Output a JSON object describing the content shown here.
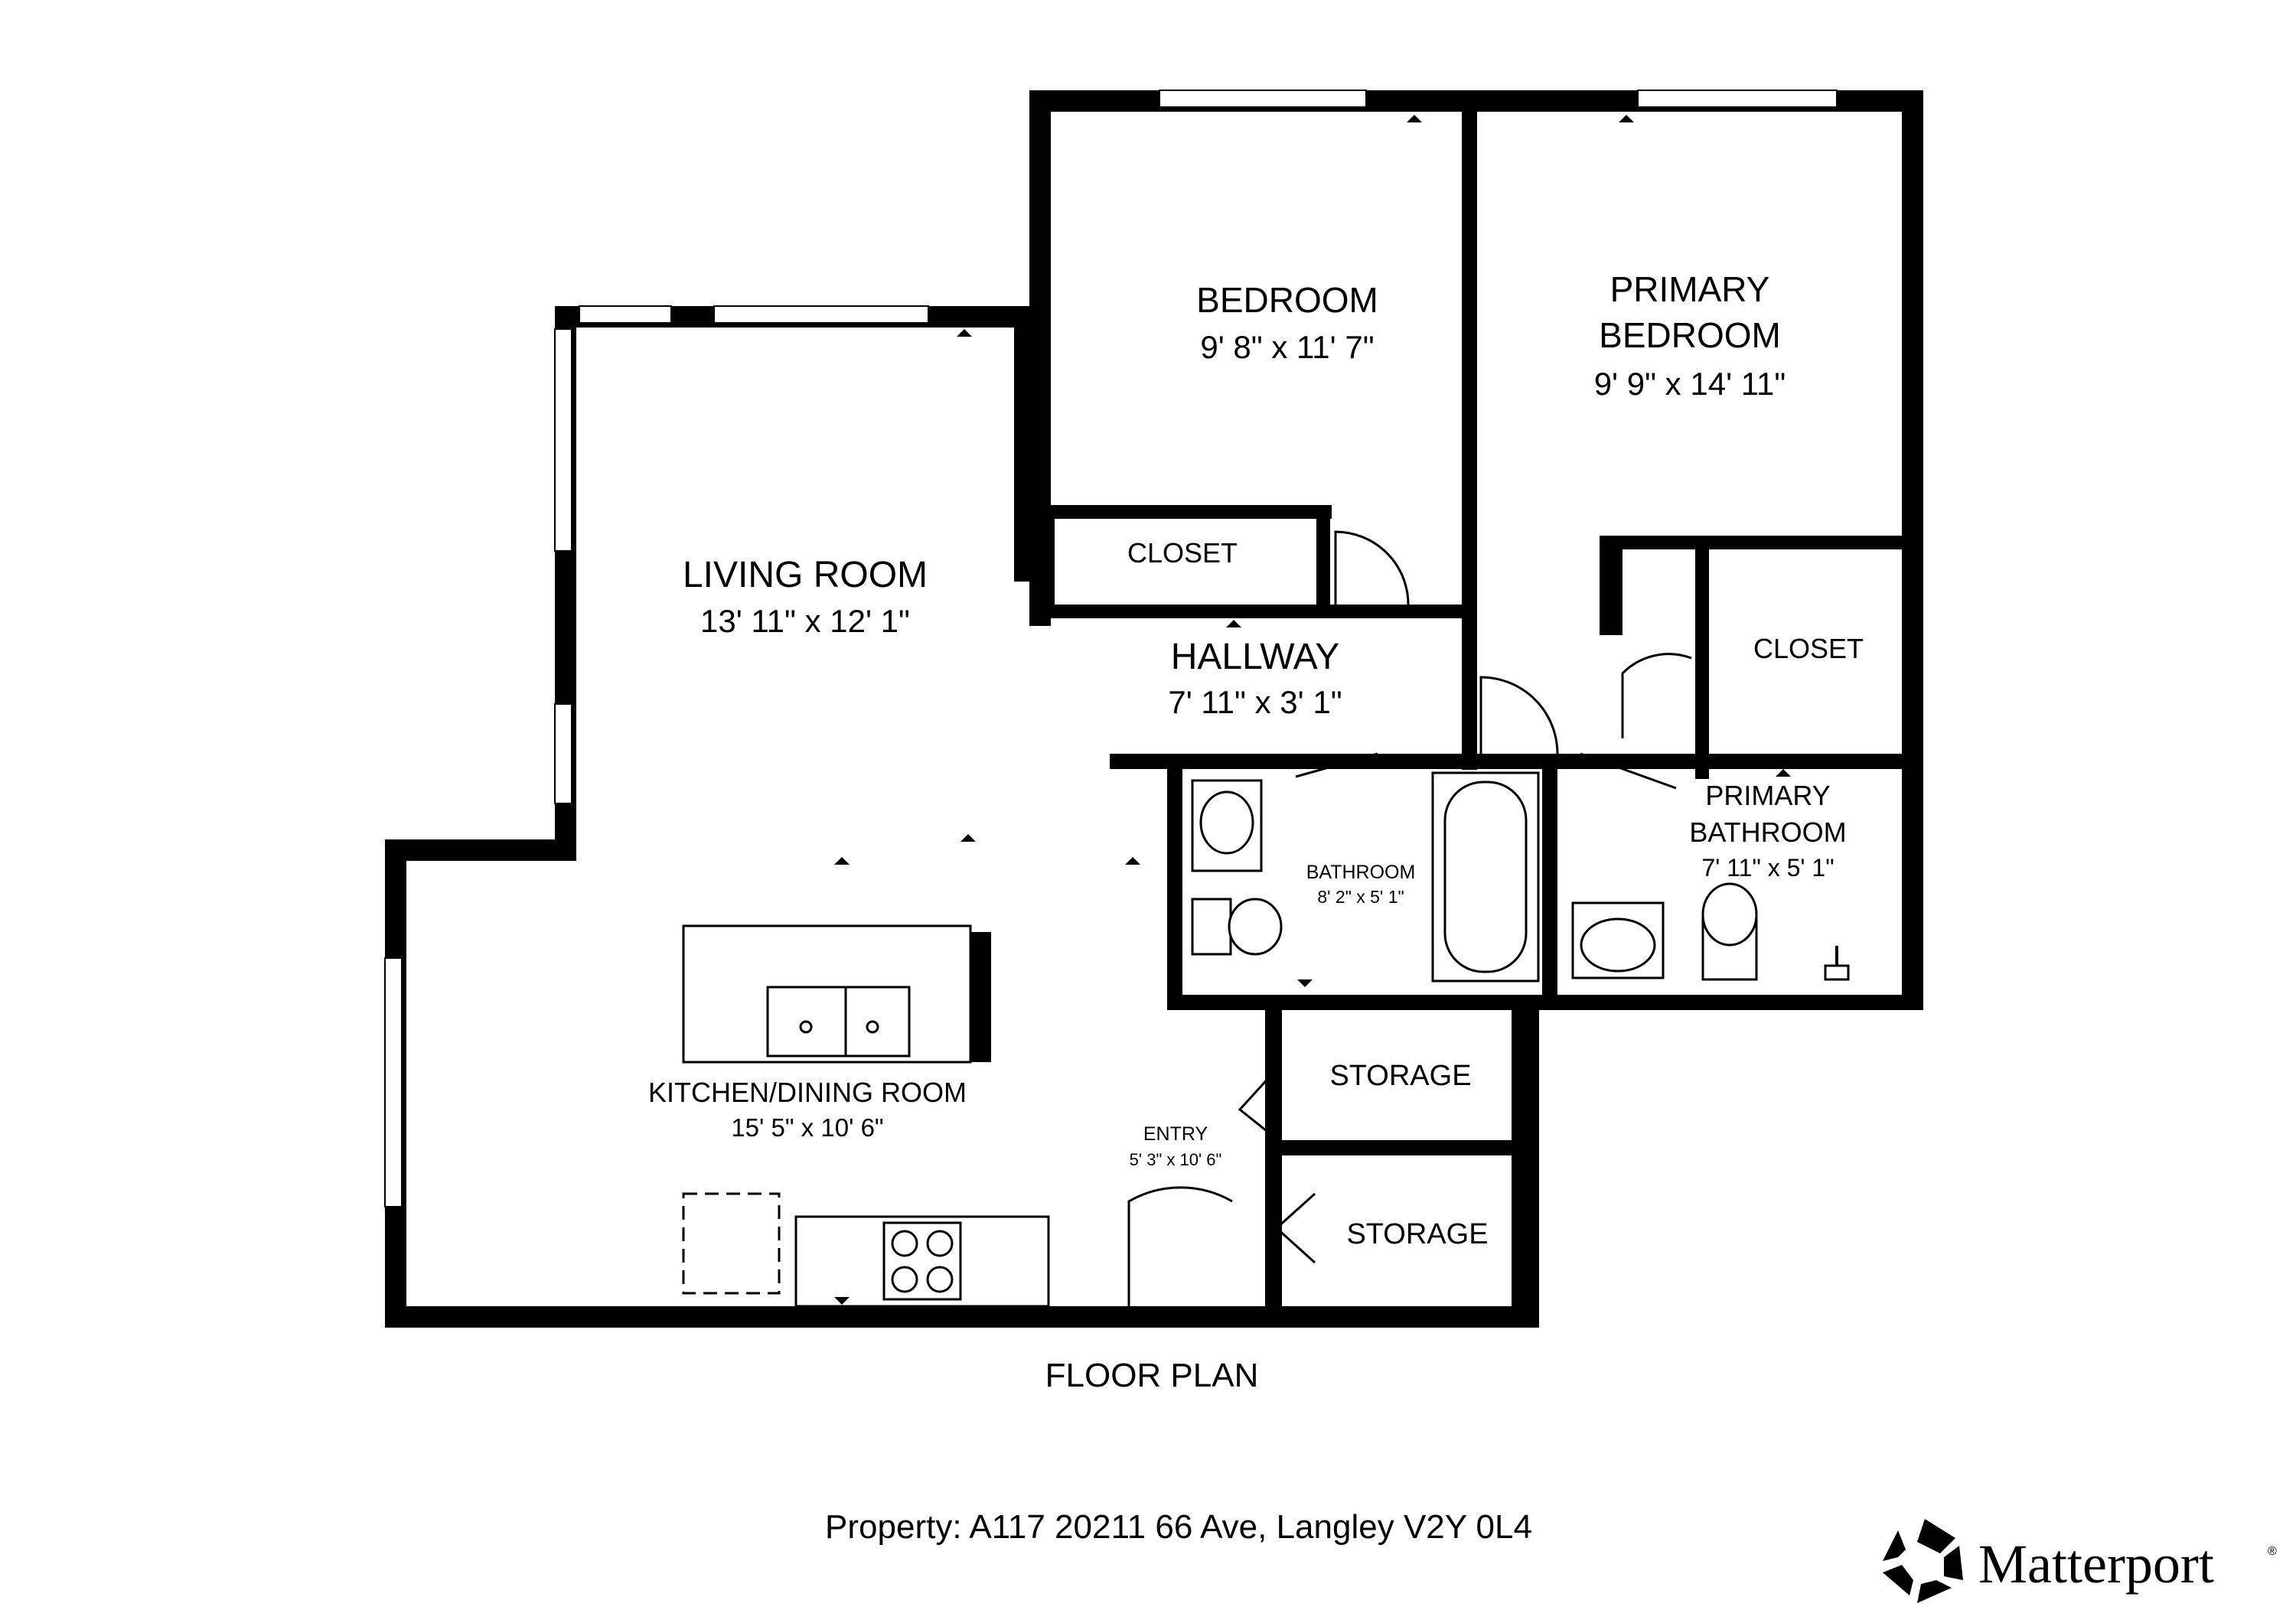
{
  "plan_title": "FLOOR PLAN",
  "property": "Property: A117 20211 66 Ave, Langley V2Y 0L4",
  "brand": {
    "name": "Matterport",
    "mark": "®",
    "icon": "matterport-logo-icon"
  },
  "rooms": {
    "bedroom": {
      "name": "BEDROOM",
      "dims": "9' 8\" x 11' 7\""
    },
    "primary_bedroom": {
      "name_line1": "PRIMARY",
      "name_line2": "BEDROOM",
      "dims": "9' 9\" x 14' 11\""
    },
    "closet_bedroom": {
      "name": "CLOSET"
    },
    "closet_primary": {
      "name": "CLOSET"
    },
    "living_room": {
      "name": "LIVING ROOM",
      "dims": "13' 11\" x 12' 1\""
    },
    "hallway": {
      "name": "HALLWAY",
      "dims": "7' 11\" x 3' 1\""
    },
    "bathroom": {
      "name": "BATHROOM",
      "dims": "8' 2\" x 5' 1\""
    },
    "primary_bathroom": {
      "name_line1": "PRIMARY",
      "name_line2": "BATHROOM",
      "dims": "7' 11\" x 5' 1\""
    },
    "kitchen_dining": {
      "name": "KITCHEN/DINING ROOM",
      "dims": "15' 5\" x 10' 6\""
    },
    "entry": {
      "name": "ENTRY",
      "dims": "5' 3\" x 10' 6\""
    },
    "storage_upper": {
      "name": "STORAGE"
    },
    "storage_lower": {
      "name": "STORAGE"
    }
  },
  "colors": {
    "wall": "#000000",
    "background": "#ffffff",
    "text": "#000000"
  }
}
